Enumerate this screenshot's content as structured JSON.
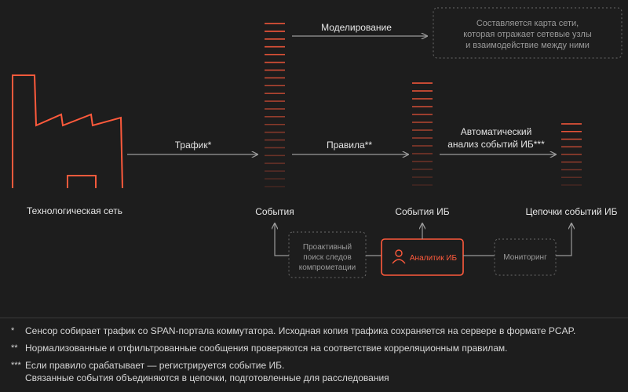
{
  "diagram": {
    "network_label": "Технологическая сеть",
    "traffic_label": "Трафик*",
    "modeling_label": "Моделирование",
    "modeling_note": [
      "Составляется карта  сети,",
      "которая отражает сетевые узлы",
      "и взаимодействие между ними"
    ],
    "rules_label": "Правила**",
    "auto_label": [
      "Автоматический",
      "анализ событий ИБ***"
    ],
    "events_label": "События",
    "security_events_label": "События ИБ",
    "chains_label": "Цепочки событий ИБ",
    "proactive_label": [
      "Проактивный",
      "поиск следов",
      "компрометации"
    ],
    "analyst_label": "Аналитик ИБ",
    "monitoring_label": "Мониторинг"
  },
  "footnotes": [
    {
      "mark": "*",
      "text": "Сенсор собирает трафик со SPAN-портала коммутатора. Исходная копия трафика сохраняется на сервере в формате PCAP."
    },
    {
      "mark": "**",
      "text": "Нормализованные и отфильтрованные сообщения проверяются на соответствие корреляционным правилам."
    },
    {
      "mark": "***",
      "text": "Если правило срабатывает — регистрируется событие ИБ.",
      "text2": "Связанные события объединяются в цепочки, подготовленные для расследования"
    }
  ],
  "colors": {
    "accent": "#ff5a3c",
    "background": "#1d1d1d",
    "text": "#e6e6e6",
    "muted": "#9a9a9a"
  }
}
